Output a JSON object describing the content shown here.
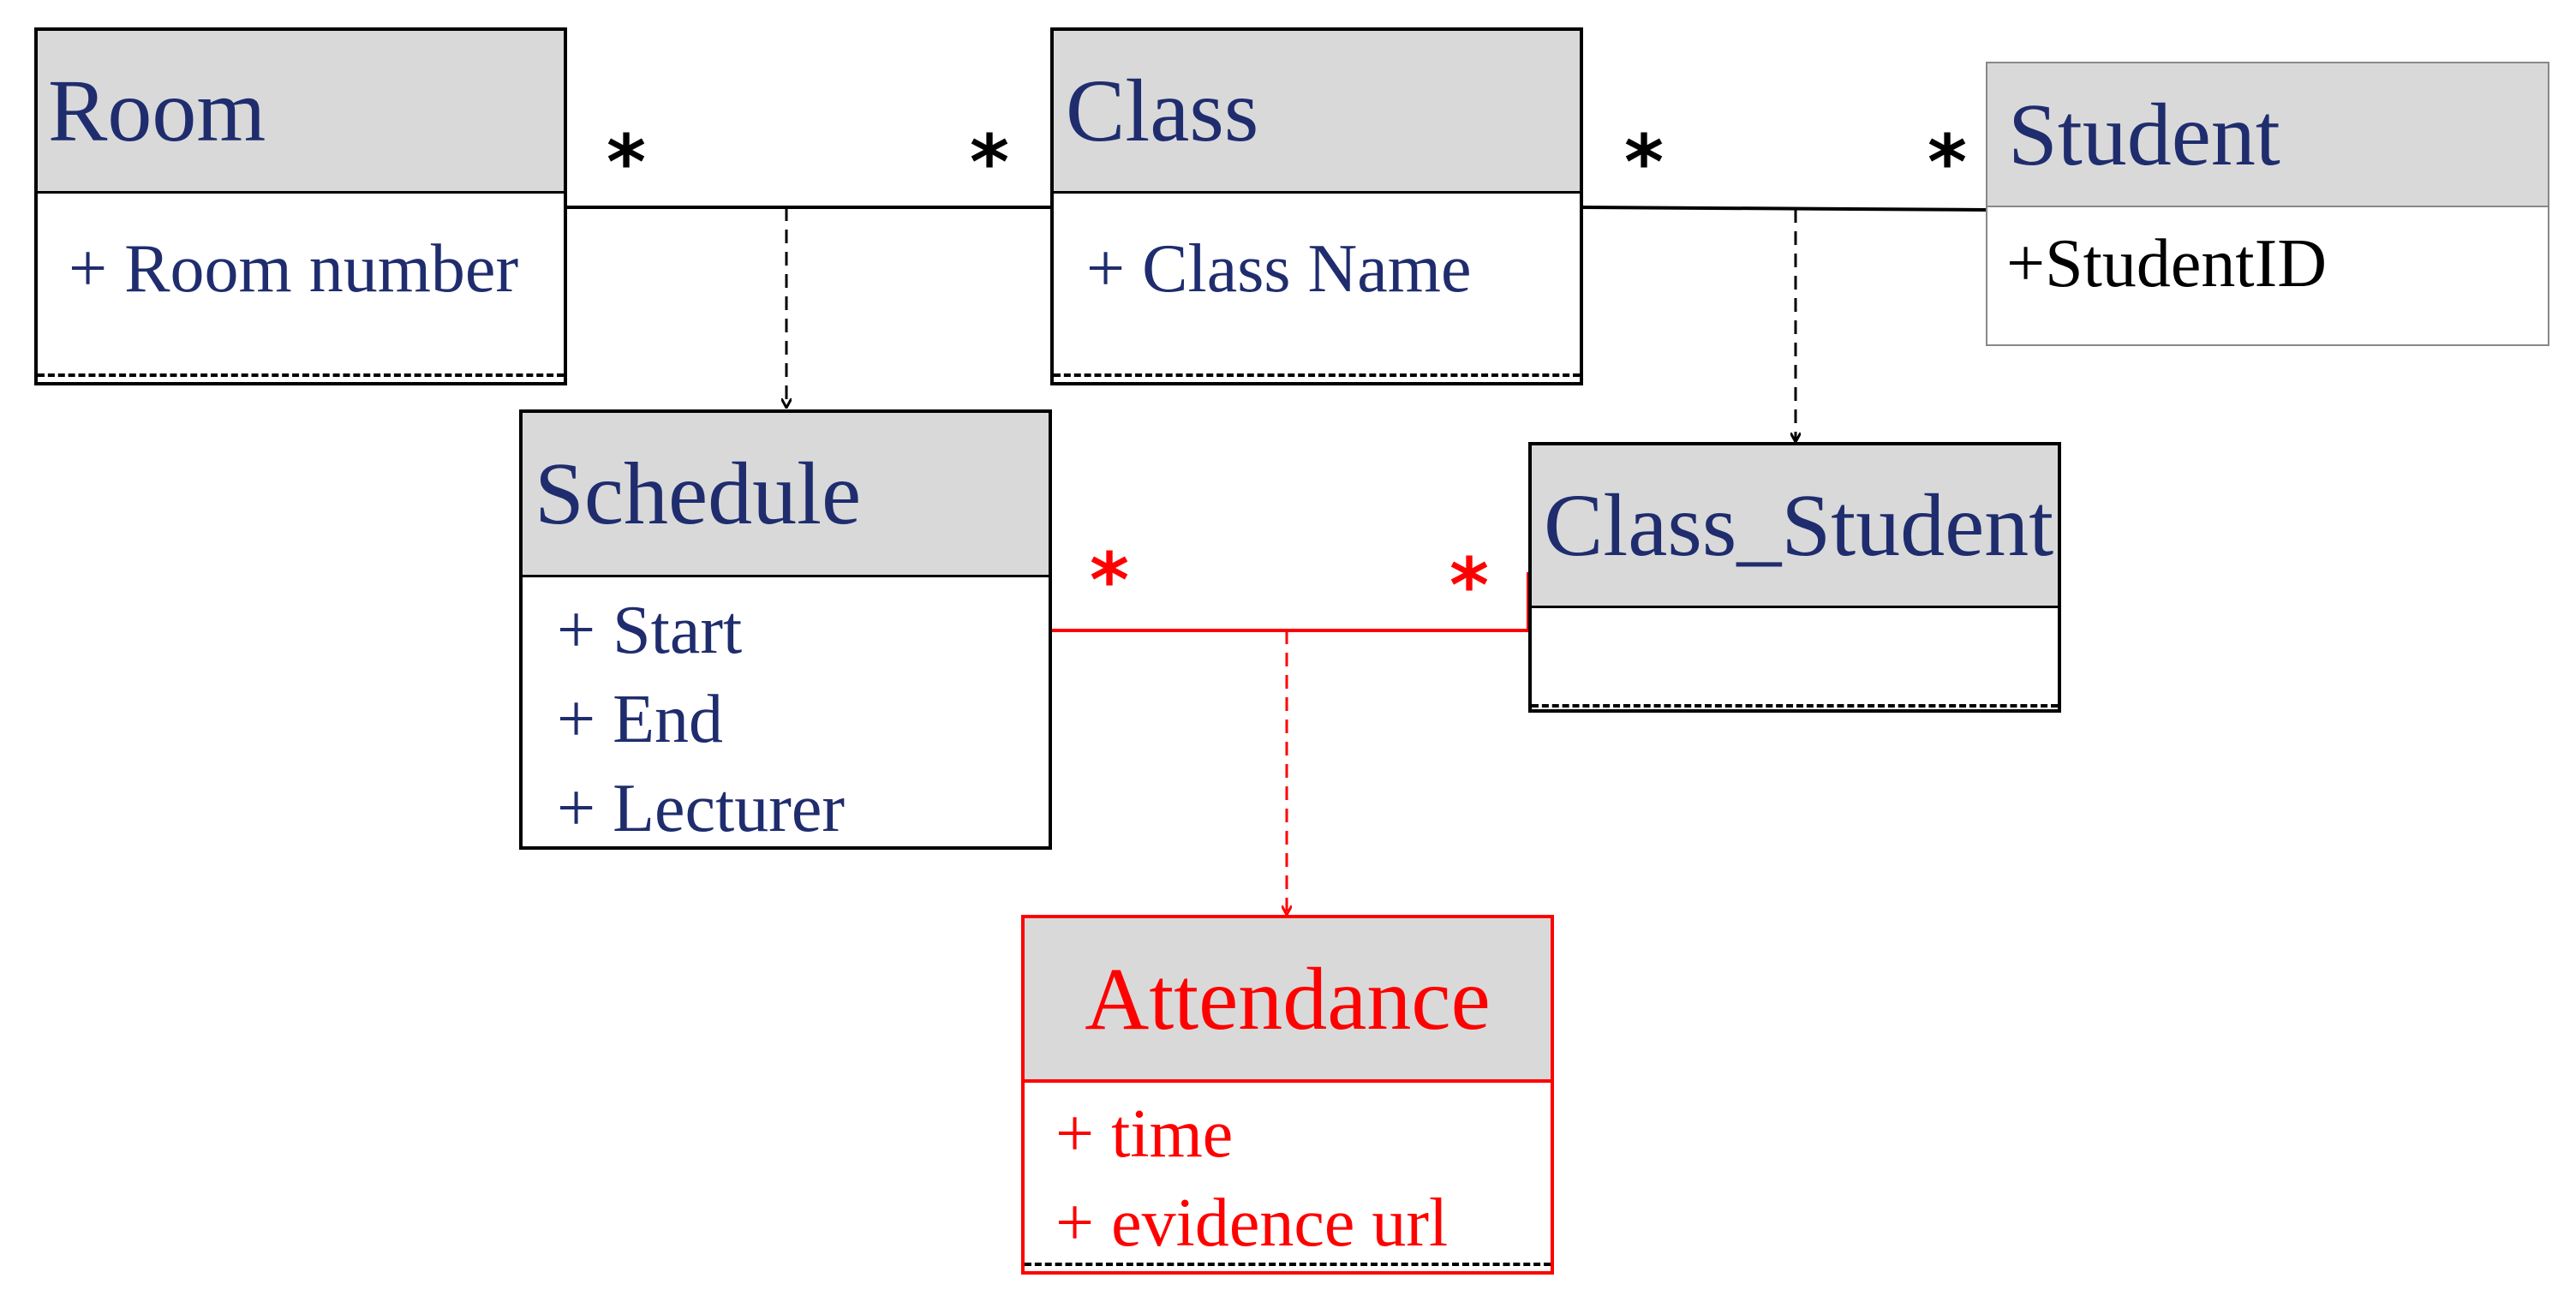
{
  "classes": {
    "room": {
      "name": "Room",
      "attributes": [
        "+ Room number"
      ]
    },
    "class": {
      "name": "Class",
      "attributes": [
        "+ Class Name"
      ]
    },
    "student": {
      "name": "Student",
      "attributes": [
        "+StudentID"
      ]
    },
    "schedule": {
      "name": "Schedule",
      "attributes": [
        "+ Start",
        "+ End",
        "+ Lecturer"
      ]
    },
    "class_student": {
      "name": "Class_Student",
      "attributes": []
    },
    "attendance": {
      "name": "Attendance",
      "attributes": [
        "+ time",
        "+ evidence url"
      ]
    }
  },
  "associations": [
    {
      "from": "Room",
      "to": "Class",
      "from_multiplicity": "*",
      "to_multiplicity": "*",
      "association_class": "Schedule",
      "color": "#000000"
    },
    {
      "from": "Class",
      "to": "Student",
      "from_multiplicity": "*",
      "to_multiplicity": "*",
      "association_class": "Class_Student",
      "color": "#000000"
    },
    {
      "from": "Schedule",
      "to": "Class_Student",
      "from_multiplicity": "*",
      "to_multiplicity": "*",
      "association_class": "Attendance",
      "color": "#ff0000"
    }
  ],
  "colors": {
    "text": "#1f2d6e",
    "header_fill": "#d9d9d9",
    "highlight": "#ff0000",
    "line": "#000000"
  }
}
